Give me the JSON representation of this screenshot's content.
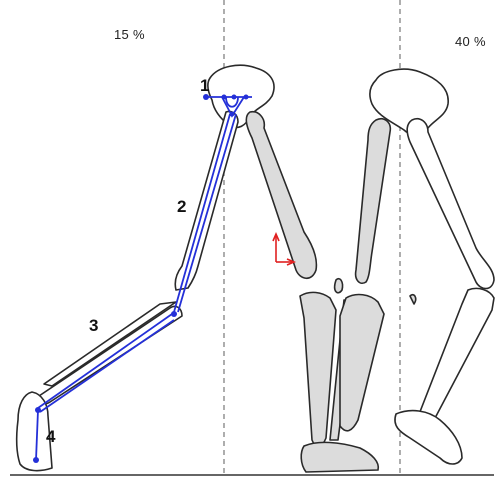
{
  "phases": [
    {
      "label": "15 %"
    },
    {
      "label": "40 %"
    }
  ],
  "segments": [
    {
      "label": "1"
    },
    {
      "label": "2"
    },
    {
      "label": "3"
    },
    {
      "label": "4"
    }
  ],
  "colors": {
    "model": "#2430d8",
    "bone_fill": "#dcdcdc",
    "bone_stroke": "#2a2a2a",
    "guide": "#777777",
    "axis": "#e02020"
  }
}
